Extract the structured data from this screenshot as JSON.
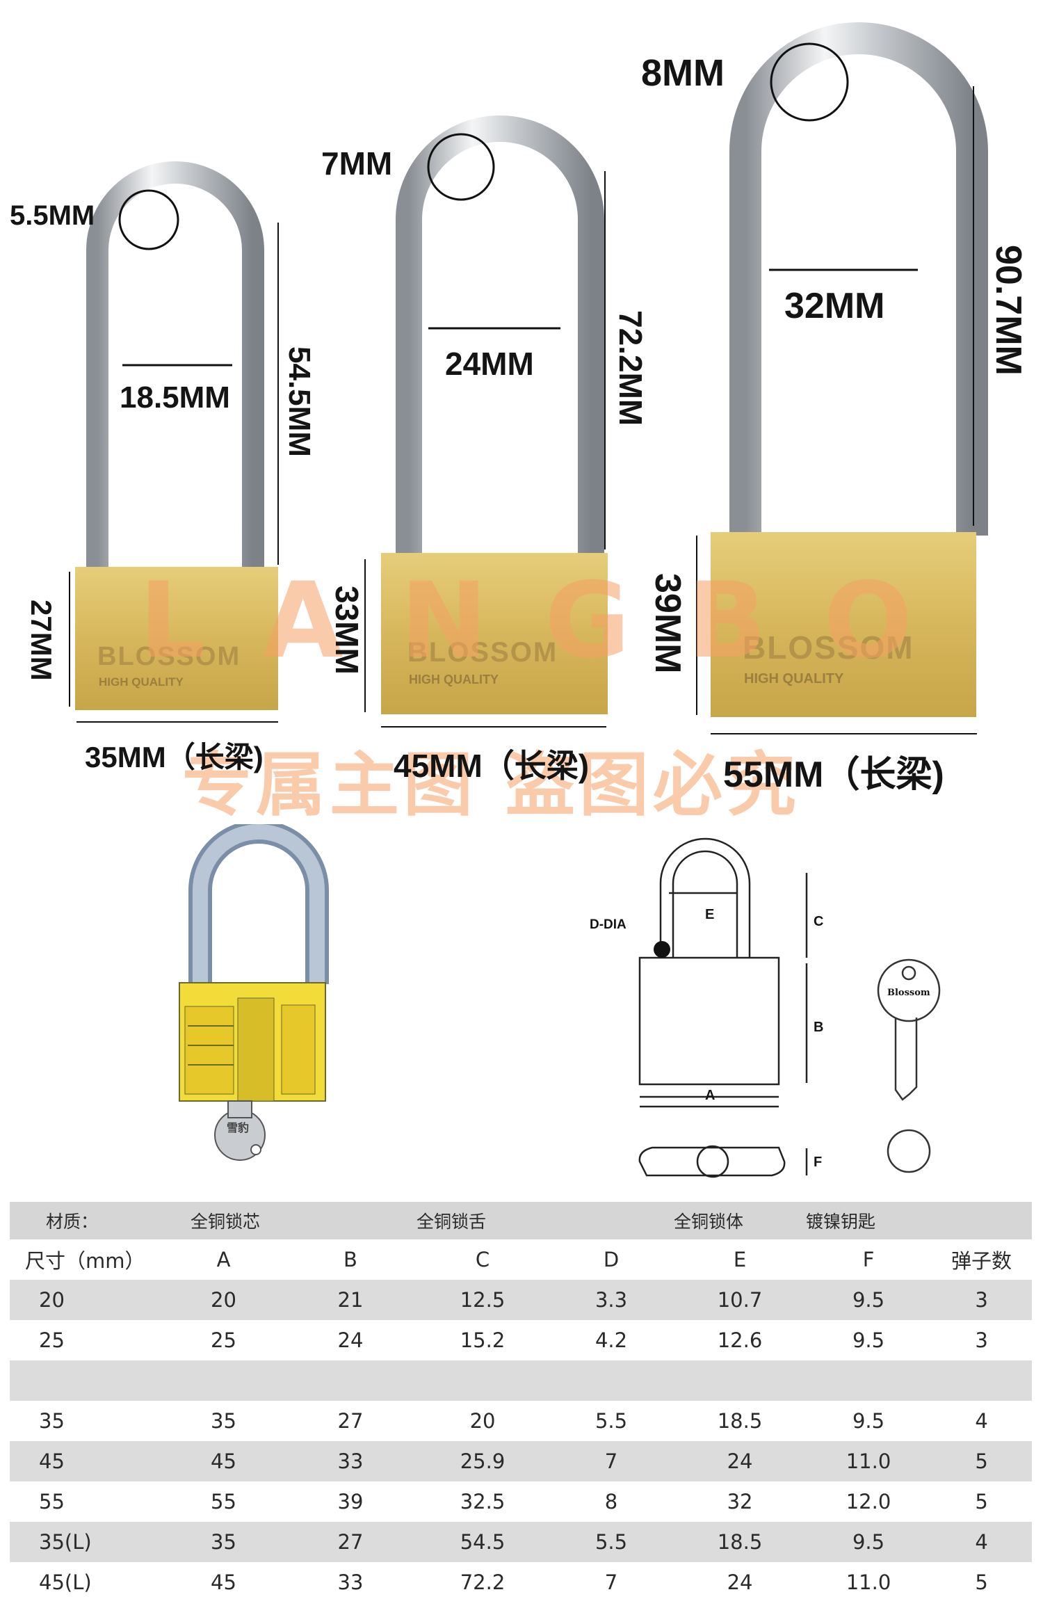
{
  "dimensions": {
    "small": {
      "shackle_dia": "5.5MM",
      "shackle_width": "18.5MM",
      "shackle_height": "54.5MM",
      "body_height": "27MM",
      "body_width": "35MM（长梁)"
    },
    "medium": {
      "shackle_dia": "7MM",
      "shackle_width": "24MM",
      "shackle_height": "72.2MM",
      "body_height": "33MM",
      "body_width": "45MM（长梁)"
    },
    "large": {
      "shackle_dia": "8MM",
      "shackle_width": "32MM",
      "shackle_height": "90.7MM",
      "body_height": "39MM",
      "body_width": "55MM（长梁)"
    }
  },
  "brand": {
    "lock_text": "BLOSSOM",
    "lock_subtext": "HIGH QUALITY",
    "watermark": "LANGBO",
    "watermark_cn": "专属主图 盗图必究"
  },
  "diagram": {
    "d_dia": "D-DIA",
    "label_e": "E",
    "label_c": "C",
    "label_b": "B",
    "label_a": "A",
    "label_f": "F",
    "key_brand": "Blossom",
    "cutaway_key_text": "雪豹"
  },
  "table": {
    "materials": [
      "材质：",
      "全铜锁芯",
      "全铜锁舌",
      "全铜锁体",
      "镀镍钥匙"
    ],
    "headers": [
      "尺寸（mm）",
      "A",
      "B",
      "C",
      "D",
      "E",
      "F",
      "弹子数"
    ],
    "rows": [
      [
        "20",
        "20",
        "21",
        "12.5",
        "3.3",
        "10.7",
        "9.5",
        "3"
      ],
      [
        "25",
        "25",
        "24",
        "15.2",
        "4.2",
        "12.6",
        "9.5",
        "3"
      ],
      [
        "",
        "",
        "",
        "",
        "",
        "",
        "",
        ""
      ],
      [
        "35",
        "35",
        "27",
        "20",
        "5.5",
        "18.5",
        "9.5",
        "4"
      ],
      [
        "45",
        "45",
        "33",
        "25.9",
        "7",
        "24",
        "11.0",
        "5"
      ],
      [
        "55",
        "55",
        "39",
        "32.5",
        "8",
        "32",
        "12.0",
        "5"
      ],
      [
        "35(L)",
        "35",
        "27",
        "54.5",
        "5.5",
        "18.5",
        "9.5",
        "4"
      ],
      [
        "45(L)",
        "45",
        "33",
        "72.2",
        "7",
        "24",
        "11.0",
        "5"
      ]
    ]
  },
  "colors": {
    "brass": "#d8b860",
    "steel": "#c9ccd0",
    "table_shade": "#dcdcdc",
    "watermark": "#f4a064"
  }
}
